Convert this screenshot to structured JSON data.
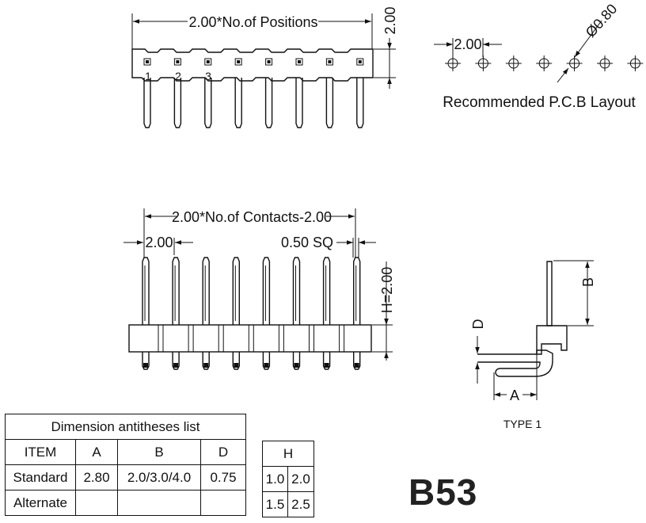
{
  "top_view": {
    "width_label": "2.00*No.of Positions",
    "height_label": "2.00",
    "pin_numbers": [
      "1",
      "2",
      "3"
    ],
    "positions": 8
  },
  "pcb_layout": {
    "pitch_label": "2.00",
    "hole_label": "Ø0.80",
    "caption": "Recommended P.C.B Layout",
    "holes": 7
  },
  "front_view": {
    "width_label": "2.00*No.of Contacts-2.00",
    "pitch_label": "2.00",
    "pin_size_label": "0.50 SQ",
    "height_label": "H=2.00",
    "contacts": 8
  },
  "side_view": {
    "label_a": "A",
    "label_b": "B",
    "label_d": "D",
    "caption": "TYPE 1"
  },
  "dimension_table": {
    "title": "Dimension antitheses list",
    "headers": [
      "ITEM",
      "A",
      "B",
      "D"
    ],
    "rows": [
      [
        "Standard",
        "2.80",
        "2.0/3.0/4.0",
        "0.75"
      ],
      [
        "Alternate",
        "",
        "",
        ""
      ]
    ]
  },
  "h_table": {
    "header": "H",
    "rows": [
      [
        "1.0",
        "2.0"
      ],
      [
        "1.5",
        "2.5"
      ]
    ]
  },
  "part_number": "B53"
}
